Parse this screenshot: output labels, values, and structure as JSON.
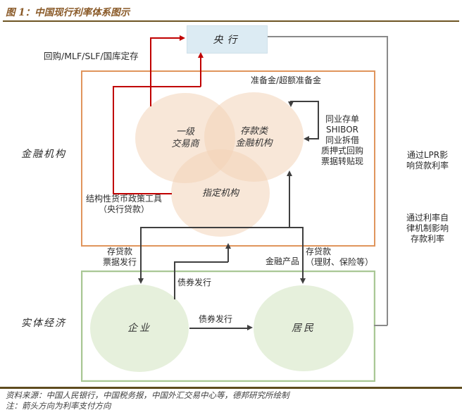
{
  "figure": {
    "title": "图 1：中国现行利率体系图示"
  },
  "nodes": {
    "central_bank": "央行",
    "financial_sector": "金融机构",
    "real_economy": "实体经济",
    "primary_dealers": [
      "一级",
      "交易商"
    ],
    "deposit_institutions": [
      "存款类",
      "金融机构"
    ],
    "designated_institutions": "指定机构",
    "enterprises": "企业",
    "residents": "居民"
  },
  "edge_labels": {
    "repo_mlf_slf": "回购/MLF/SLF/国库定存",
    "reserves": "准备金/超额准备金",
    "interbank": [
      "同业存单",
      "SHIBOR",
      "同业拆借",
      "质押式回购",
      "票据转贴现"
    ],
    "structural_tools": [
      "结构性货币政策工具",
      "（央行贷款）"
    ],
    "deposit_loan_bills": [
      "存贷款",
      "票据发行"
    ],
    "financial_products": "金融产品",
    "deposit_loan_wealth": [
      "存贷款",
      "（理财、保险等）"
    ],
    "bond_issuance_to_fi": "债券发行",
    "bond_issuance_to_residents": "债券发行",
    "lpr_channel": [
      "通过LPR影",
      "响贷款利率"
    ],
    "self_discipline_channel": [
      "通过利率自",
      "律机制影响",
      "存款利率"
    ]
  },
  "footer": {
    "source": "资料来源：中国人民银行，中国税务报，中国外汇交易中心等，德邦研究所绘制",
    "note": "注：箭头方向为利率支付方向"
  },
  "colors": {
    "title_brown": "#8a5a28",
    "rule_brown": "#6e5523",
    "red_line": "#c00000",
    "black_line": "#3f3f3f",
    "gray_line": "#8a8a8a",
    "orange_box_border": "#e0955c",
    "green_box_border": "#a9c795",
    "central_bank_fill": "#dcebf3",
    "peach_circle": "#f3d3b8",
    "green_circle": "#e6f0dc"
  }
}
